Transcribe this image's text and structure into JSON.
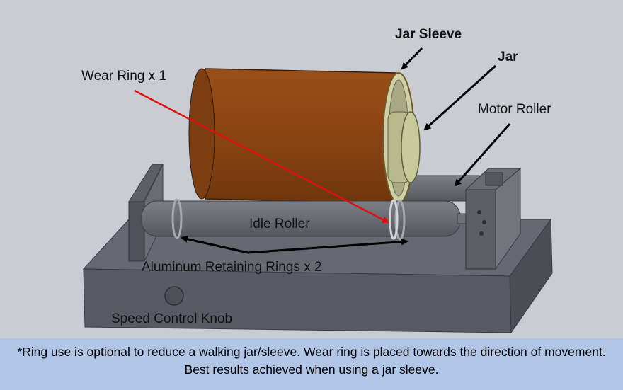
{
  "colors": {
    "background": "#c9ccd3",
    "sleeve": "#8a4412",
    "jar": "#b9b98e",
    "base": "#5a5c66",
    "roller": "#6c6e76",
    "arrow_black": "#000000",
    "arrow_red": "#e01010",
    "footnote_bg": "#b1c6e6"
  },
  "labels": {
    "jar_sleeve": "Jar Sleeve",
    "jar": "Jar",
    "motor_roller": "Motor Roller",
    "wear_ring": "Wear Ring x 1",
    "idle_roller": "Idle Roller",
    "retaining_rings": "Aluminum Retaining Rings x 2",
    "speed_knob": "Speed Control  Knob"
  },
  "footnote": {
    "text": "*Ring use is optional to reduce a walking jar/sleeve. Wear ring is placed towards the direction of movement.  Best results achieved when using a jar sleeve."
  }
}
